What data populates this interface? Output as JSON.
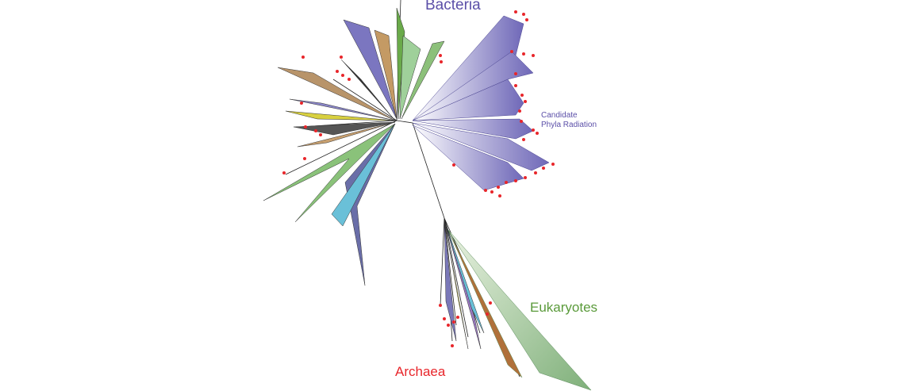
{
  "labels": {
    "bacteria": "Bacteria",
    "cpr_line1": "Candidate",
    "cpr_line2": "Phyla Radiation",
    "eukaryotes": "Eukaryotes",
    "archaea": "Archaea"
  },
  "colors": {
    "bacteria": "#5b4fa8",
    "eukaryotes": "#5a9a3a",
    "archaea": "#e8262b",
    "highlight_dots": "#e8262b"
  }
}
